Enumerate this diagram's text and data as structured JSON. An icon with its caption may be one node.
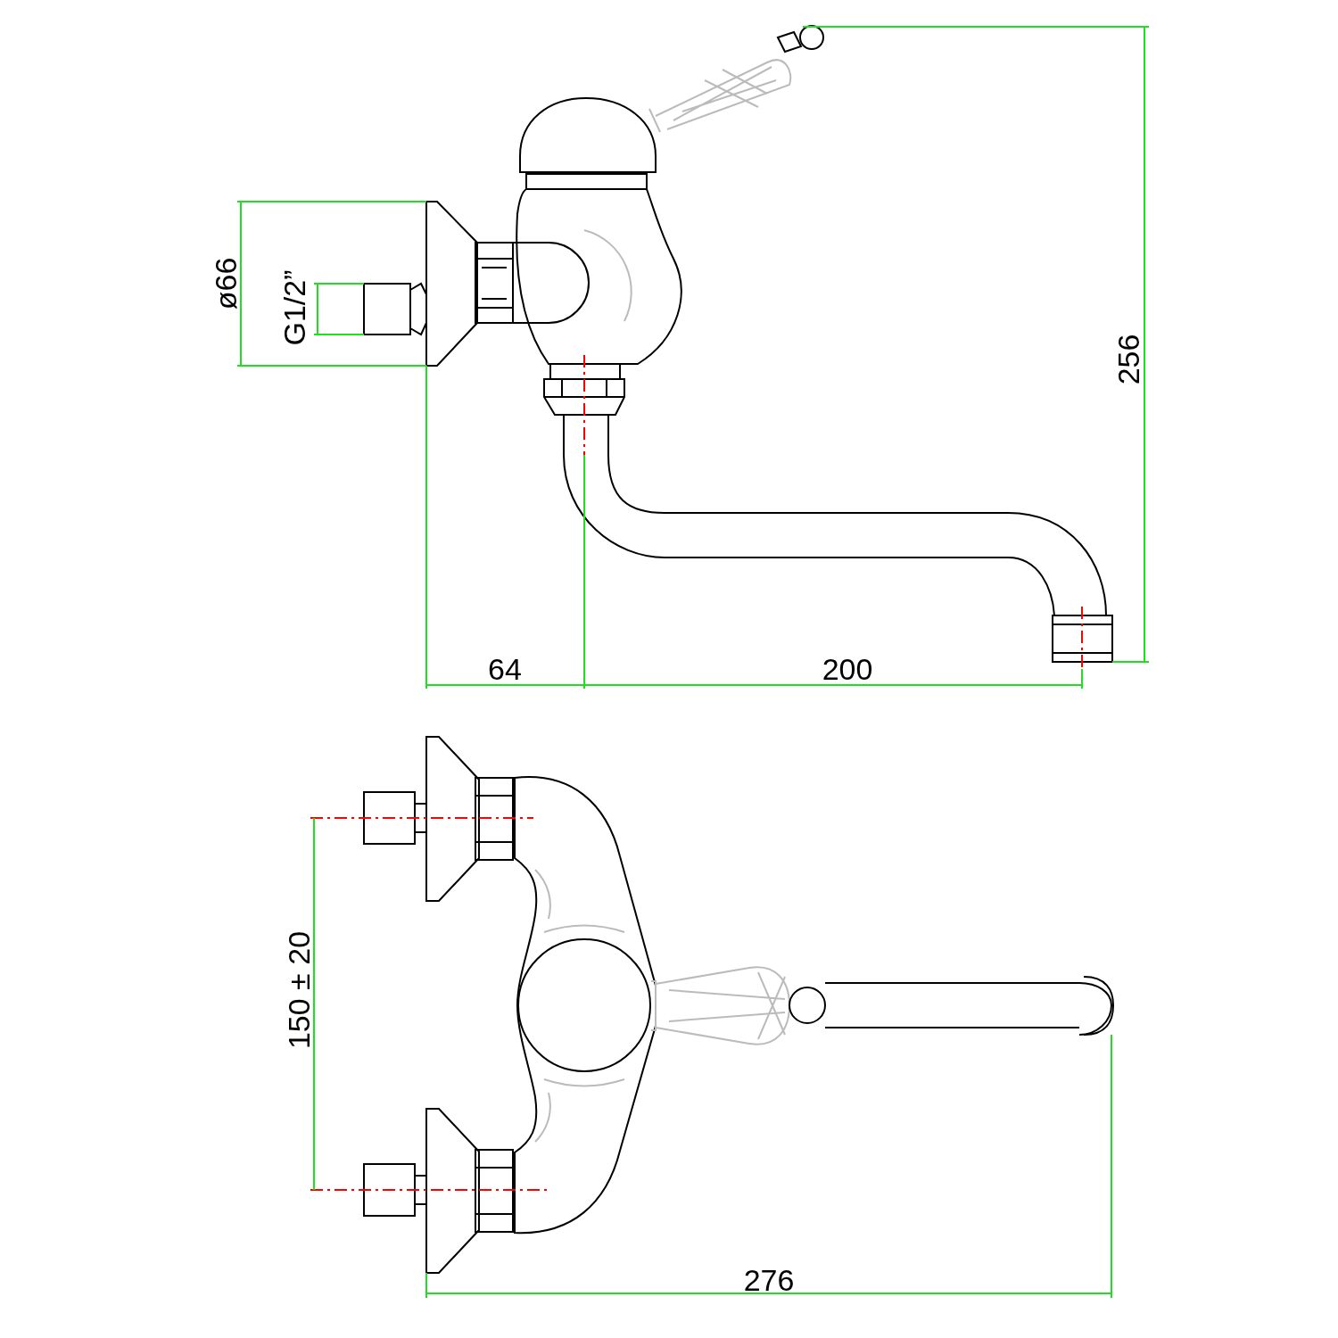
{
  "diagram": {
    "labels": [
      "ø66",
      "G1/2”",
      "256",
      "64",
      "200",
      "150 ± 20",
      "276"
    ]
  }
}
